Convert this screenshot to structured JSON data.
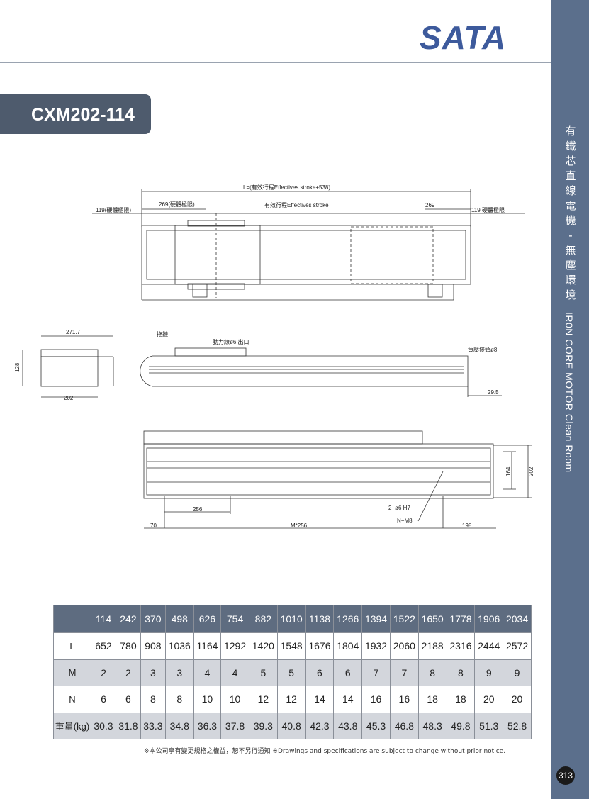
{
  "brand": "SATA",
  "model": "CXM202-114",
  "sidebar": {
    "title_zh": [
      "有",
      "鐵",
      "芯",
      "直",
      "線",
      "電",
      "機",
      "-",
      "無",
      "塵",
      "環",
      "境"
    ],
    "title_en": "IR0N CORE MOTOR Clean Room",
    "page_number": "313"
  },
  "drawing": {
    "top_view": {
      "overall": "L=(有效行程Effectives stroke+538)",
      "left_limit": "269(硬體極限)",
      "stroke": "有效行程Effectives stroke",
      "right_limit": "269",
      "left_end": "119(硬體極限)",
      "right_end": "119  硬體極限"
    },
    "end_view": {
      "width": "271.7",
      "height": "128",
      "base": "202"
    },
    "side_view": {
      "cable_chain": "拖鏈",
      "power_cable": "動力線ø6 出口",
      "air_fitting": "負壓接頭ø8",
      "offset": "29.5"
    },
    "bottom_view": {
      "pitch": "256",
      "left": "70",
      "mid": "M*256",
      "right": "198",
      "pin": "2−ø6 H7",
      "tap": "N−M8",
      "inner": "164",
      "outer": "202"
    }
  },
  "table": {
    "header": [
      "",
      "114",
      "242",
      "370",
      "498",
      "626",
      "754",
      "882",
      "1010",
      "1138",
      "1266",
      "1394",
      "1522",
      "1650",
      "1778",
      "1906",
      "2034"
    ],
    "rows": [
      {
        "label": "L",
        "values": [
          "652",
          "780",
          "908",
          "1036",
          "1164",
          "1292",
          "1420",
          "1548",
          "1676",
          "1804",
          "1932",
          "2060",
          "2188",
          "2316",
          "2444",
          "2572"
        ]
      },
      {
        "label": "M",
        "values": [
          "2",
          "2",
          "3",
          "3",
          "4",
          "4",
          "5",
          "5",
          "6",
          "6",
          "7",
          "7",
          "8",
          "8",
          "9",
          "9"
        ]
      },
      {
        "label": "N",
        "values": [
          "6",
          "6",
          "8",
          "8",
          "10",
          "10",
          "12",
          "12",
          "14",
          "14",
          "16",
          "16",
          "18",
          "18",
          "20",
          "20"
        ]
      },
      {
        "label": "重量(kg)",
        "values": [
          "30.3",
          "31.8",
          "33.3",
          "34.8",
          "36.3",
          "37.8",
          "39.3",
          "40.8",
          "42.3",
          "43.8",
          "45.3",
          "46.8",
          "48.3",
          "49.8",
          "51.3",
          "52.8"
        ]
      }
    ]
  },
  "note": "※本公司享有變更規格之權益，恕不另行通知 ※Drawings and specifications are subject to change without prior notice."
}
